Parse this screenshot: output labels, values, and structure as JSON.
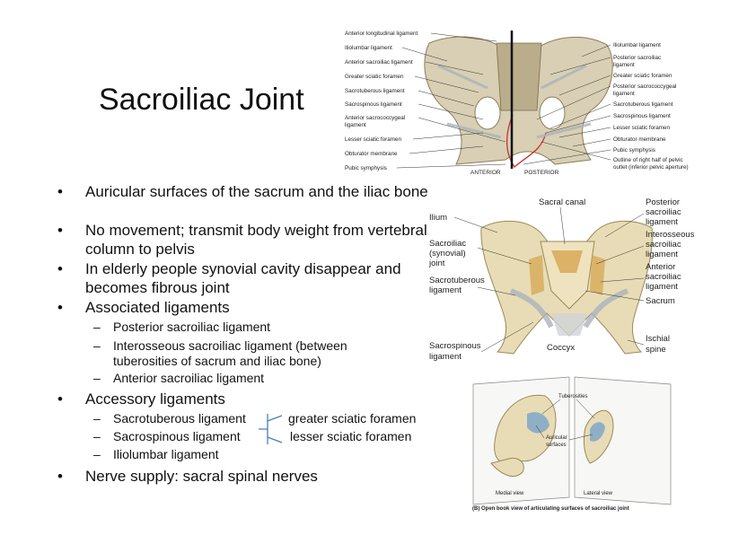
{
  "slide": {
    "title": "Sacroiliac Joint",
    "bullets": [
      "Auricular surfaces of the sacrum and the iliac bone",
      "No movement; transmit body weight from vertebral column to pelvis",
      "In elderly people synovial cavity disappear and becomes fibrous joint",
      "Associated ligaments"
    ],
    "associated_ligaments": [
      "Posterior sacroiliac ligament",
      "Interosseous sacroiliac ligament (between tuberosities of sacrum and iliac bone)",
      "Anterior sacroiliac ligament"
    ],
    "accessory_title": "Accessory ligaments",
    "accessory_ligaments": [
      "Sacrotuberous ligament",
      "Sacrospinous ligament",
      "Iliolumbar ligament"
    ],
    "accessory_notes": [
      "greater sciatic foramen",
      "lesser sciatic foramen"
    ],
    "nerve_supply": "Nerve supply: sacral spinal nerves"
  },
  "figure_top": {
    "left_labels": [
      "Anterior longitudinal ligament",
      "Iliolumbar ligament",
      "Anterior sacroiliac ligament",
      "Greater sciatic foramen",
      "Sacrotuberous ligament",
      "Sacrospinous ligament",
      "Anterior sacrococcygeal",
      "ligament",
      "Lesser sciatic foramen",
      "Obturator membrane",
      "Pubic symphysis"
    ],
    "right_labels": [
      "Iliolumbar ligament",
      "Posterior sacroiliac",
      "ligament",
      "Greater sciatic foramen",
      "Posterior sacrococcygeal",
      "ligament",
      "Sacrotuberous ligament",
      "Sacrospinous ligament",
      "Lesser sciatic foramen",
      "Obturator membrane",
      "Pubic symphysis",
      "Outline of right half of pelvic",
      "outlet (inferior pelvic aperture)"
    ],
    "view_anterior": "ANTERIOR",
    "view_posterior": "POSTERIOR"
  },
  "figure_mid": {
    "labels": {
      "sacral_canal": "Sacral canal",
      "ilium": "Ilium",
      "sacroiliac_1": "Sacroiliac",
      "sacroiliac_2": "(synovial)",
      "sacroiliac_3": "joint",
      "sacrotuberous_1": "Sacrotuberous",
      "sacrotuberous_2": "ligament",
      "sacrospinous_1": "Sacrospinous",
      "sacrospinous_2": "ligament",
      "coccyx": "Coccyx",
      "posterior_1": "Posterior",
      "posterior_2": "sacroiliac",
      "posterior_3": "ligament",
      "interosseous_1": "Interosseous",
      "interosseous_2": "sacroiliac",
      "interosseous_3": "ligament",
      "anterior_1": "Anterior",
      "anterior_2": "sacroiliac",
      "anterior_3": "ligament",
      "sacrum": "Sacrum",
      "ischial_1": "Ischial",
      "ischial_2": "spine"
    }
  },
  "figure_bottom": {
    "tuberosities": "Tuberosities",
    "auricular_1": "Auricular",
    "auricular_2": "surfaces",
    "medial_view": "Medial view",
    "lateral_view": "Lateral view",
    "caption": "(B) Open book view of articulating surfaces of sacroiliac joint"
  },
  "colors": {
    "bone": "#e8dcb6",
    "bone_shade": "#cdbb8a",
    "ligament": "#c9cfd6",
    "cartilage": "#7fa7c9",
    "joint": "#d4a24a",
    "outline_red": "#c8322b"
  }
}
